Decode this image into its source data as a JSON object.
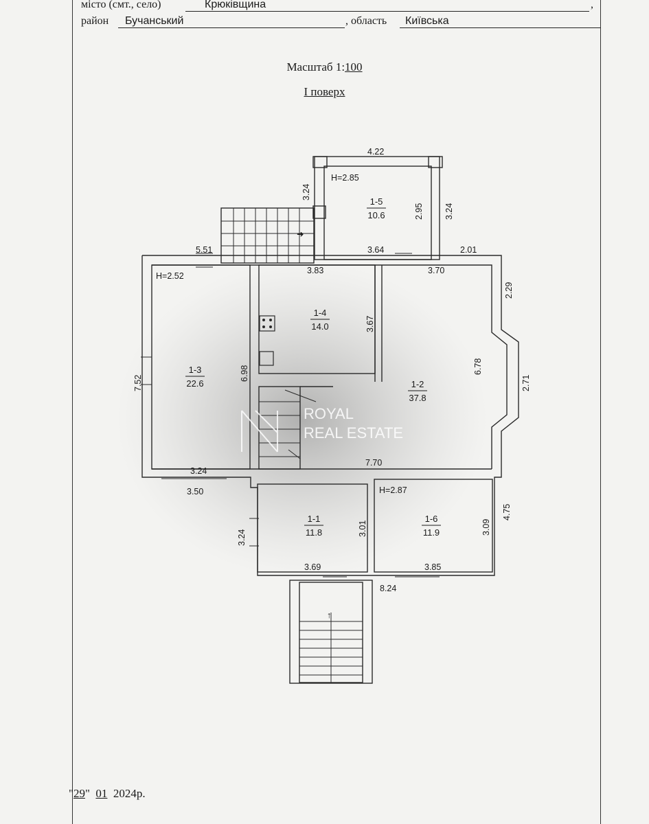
{
  "header": {
    "city_label": "місто (смт., село)",
    "city_value": "Крюківщина",
    "city_trailing": ",",
    "district_label": "район",
    "district_value": "Бучанський",
    "region_label": ", область",
    "region_value": "Київська"
  },
  "scale": {
    "label": "Масштаб 1:",
    "value": "100"
  },
  "floor_title": "І поверх",
  "rooms": [
    {
      "id": "1-1",
      "area": "11.8"
    },
    {
      "id": "1-2",
      "area": "37.8"
    },
    {
      "id": "1-3",
      "area": "22.6"
    },
    {
      "id": "1-4",
      "area": "14.0"
    },
    {
      "id": "1-5",
      "area": "10.6"
    },
    {
      "id": "1-6",
      "area": "11.9"
    }
  ],
  "heights": {
    "h_1_3": "Н=2.52",
    "h_1_5": "Н=2.85",
    "h_1_6": "Н=2.87"
  },
  "dimensions": {
    "d_422": "4.22",
    "d_324_top_left": "3.24",
    "d_295": "2.95",
    "d_324_top_right": "3.24",
    "d_551": "5.51",
    "d_364": "3.64",
    "d_201": "2.01",
    "d_383": "3.83",
    "d_370": "3.70",
    "d_229": "2.29",
    "d_367": "3.67",
    "d_752": "7.52",
    "d_698": "6.98",
    "d_678": "6.78",
    "d_271": "2.71",
    "d_324_bottom_left": "3.24",
    "d_350": "3.50",
    "d_770": "7.70",
    "d_475": "4.75",
    "d_324_room_1_1": "3.24",
    "d_301": "3.01",
    "d_309": "3.09",
    "d_369": "3.69",
    "d_385": "3.85",
    "d_824": "8.24"
  },
  "watermark": {
    "line1": "ROYAL",
    "line2": "REAL ESTATE"
  },
  "footer": {
    "quote_open": "\"",
    "day": "29",
    "quote_close": "\"",
    "month": "01",
    "year": "2024р."
  }
}
